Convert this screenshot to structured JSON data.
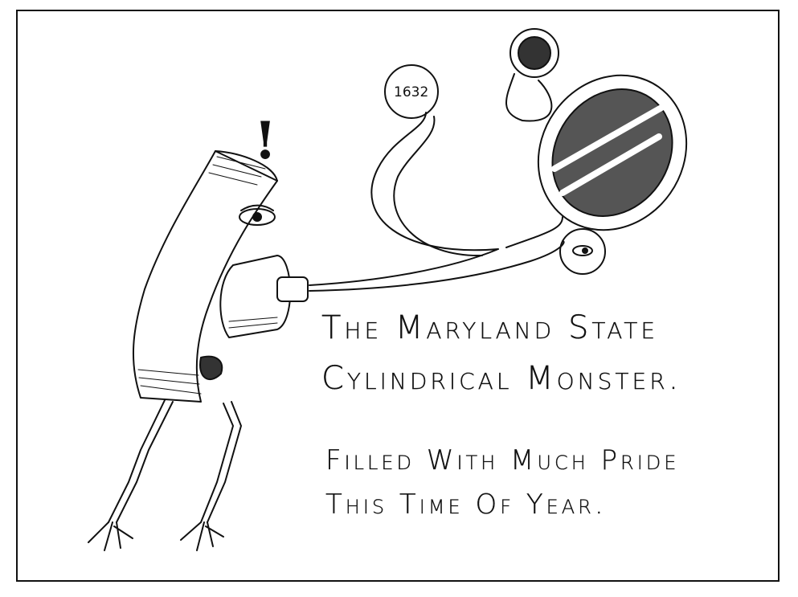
{
  "caption": {
    "line1": "The Maryland State",
    "line2": "Cylindrical Monster.",
    "line3": "Filled With Much Pride",
    "line4": "This Time Of Year."
  },
  "bubble_year": "1632",
  "exclamation": "!"
}
